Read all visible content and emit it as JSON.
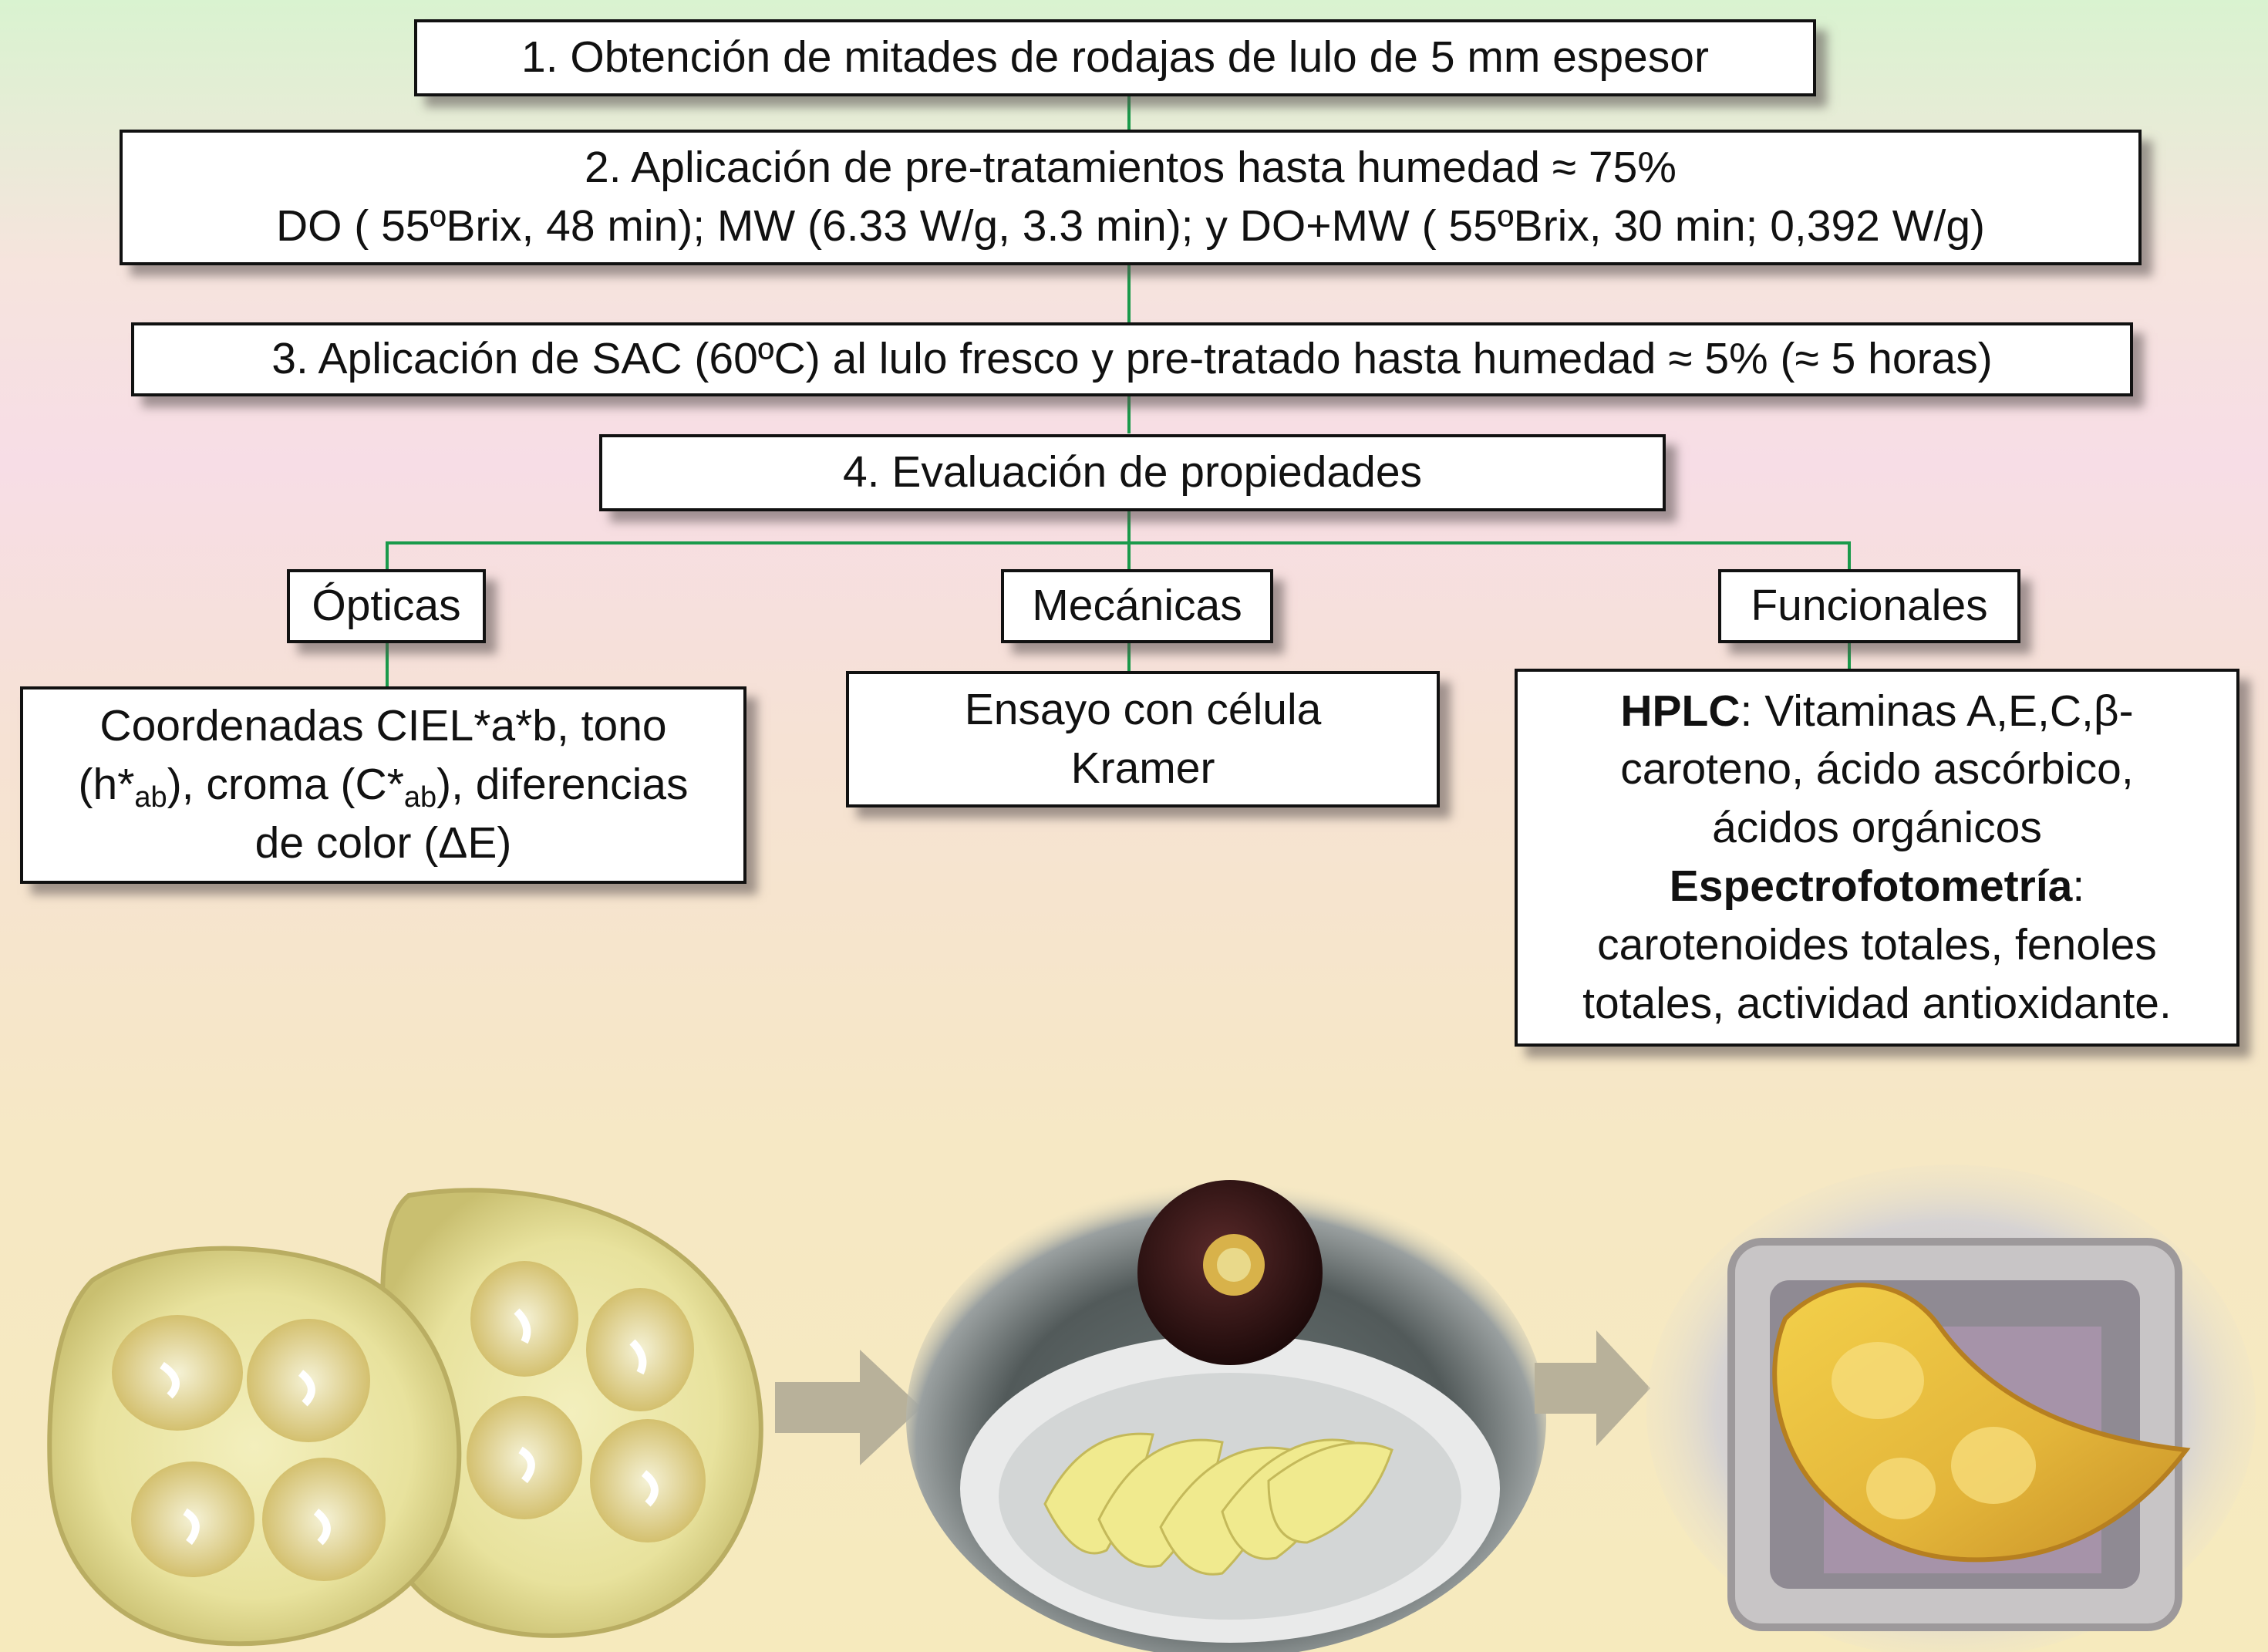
{
  "step1": "1. Obtención de mitades de rodajas de lulo de 5 mm espesor",
  "step2": {
    "line1": "2. Aplicación de pre-tratamientos hasta humedad ≈ 75%",
    "line2": "DO ( 55ºBrix, 48 min);  MW (6.33 W/g, 3.3 min); y  DO+MW ( 55ºBrix, 30 min; 0,392 W/g)"
  },
  "step3": "3. Aplicación de SAC (60ºC) al lulo fresco y pre-tratado hasta humedad ≈ 5% (≈ 5 horas)",
  "step4": "4. Evaluación de propiedades",
  "categories": {
    "optical": "Ópticas",
    "mechanical": "Mecánicas",
    "functional": "Funcionales"
  },
  "optical_details": {
    "line1": "Coordenadas CIEL*a*b, tono",
    "line2_a": "(h*",
    "line2_sub1": "ab",
    "line2_b": "), croma (C*",
    "line2_sub2": "ab",
    "line2_c": "), diferencias",
    "line3": "de color (ΔE)"
  },
  "mechanical_details": {
    "line1": "Ensayo con célula",
    "line2": "Kramer"
  },
  "functional_details": {
    "hplc_label": "HPLC",
    "hplc_text1": ": Vitaminas A,E,C,β-",
    "hplc_text2": "caroteno, ácido ascórbico,",
    "hplc_text3": "ácidos orgánicos",
    "spec_label": "Espectrofotometría",
    "spec_colon": ":",
    "spec_text1": "carotenoides totales, fenoles",
    "spec_text2": "totales, actividad antioxidante."
  },
  "colors": {
    "connector": "#1a9a4b",
    "border": "#111111",
    "arrow": "#b8b19a"
  }
}
